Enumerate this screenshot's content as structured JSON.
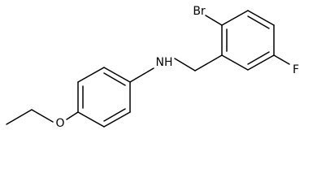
{
  "molecule": {
    "atoms": {
      "bromine": "Br",
      "nitrogen_hydrogen": "NH",
      "fluorine": "F",
      "oxygen": "O"
    }
  }
}
